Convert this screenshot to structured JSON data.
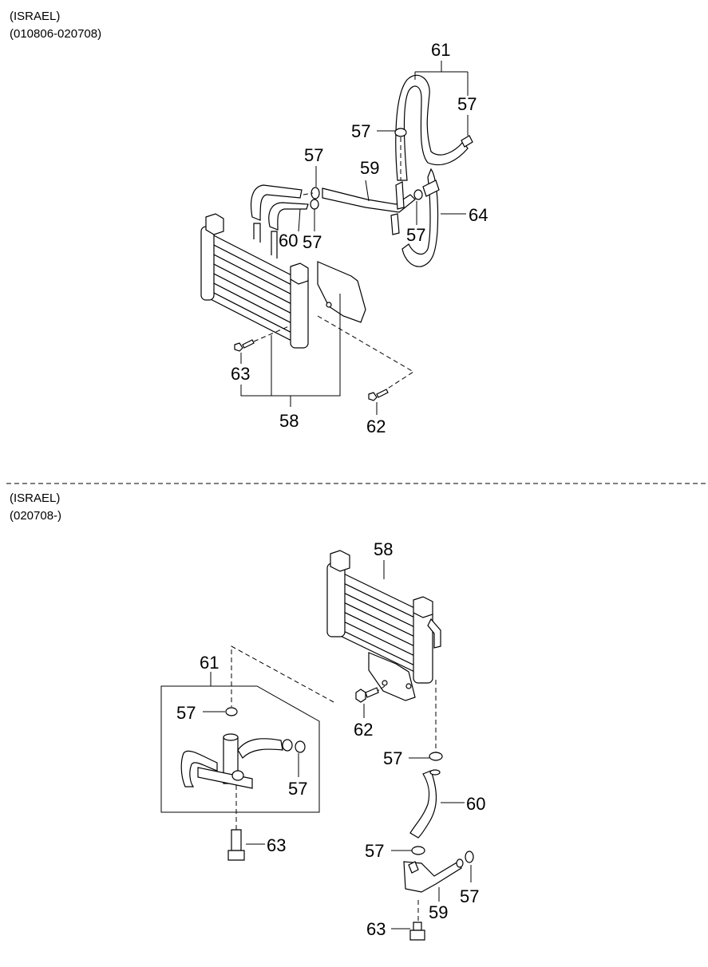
{
  "sections": [
    {
      "region": "(ISRAEL)",
      "period": "(010806-020708)"
    },
    {
      "region": "(ISRAEL)",
      "period": "(020708-)"
    }
  ],
  "callouts": {
    "top": [
      {
        "id": "t61",
        "text": "61"
      },
      {
        "id": "t57a",
        "text": "57"
      },
      {
        "id": "t57b",
        "text": "57"
      },
      {
        "id": "t57c",
        "text": "57"
      },
      {
        "id": "t59",
        "text": "59"
      },
      {
        "id": "t64",
        "text": "64"
      },
      {
        "id": "t60",
        "text": "60"
      },
      {
        "id": "t57d",
        "text": "57"
      },
      {
        "id": "t57e",
        "text": "57"
      },
      {
        "id": "t63",
        "text": "63"
      },
      {
        "id": "t58",
        "text": "58"
      },
      {
        "id": "t62",
        "text": "62"
      }
    ],
    "bottom": [
      {
        "id": "b58",
        "text": "58"
      },
      {
        "id": "b61",
        "text": "61"
      },
      {
        "id": "b57a",
        "text": "57"
      },
      {
        "id": "b62",
        "text": "62"
      },
      {
        "id": "b57b",
        "text": "57"
      },
      {
        "id": "b57c",
        "text": "57"
      },
      {
        "id": "b60",
        "text": "60"
      },
      {
        "id": "b63a",
        "text": "63"
      },
      {
        "id": "b57d",
        "text": "57"
      },
      {
        "id": "b57e",
        "text": "57"
      },
      {
        "id": "b59",
        "text": "59"
      },
      {
        "id": "b63b",
        "text": "63"
      }
    ]
  }
}
